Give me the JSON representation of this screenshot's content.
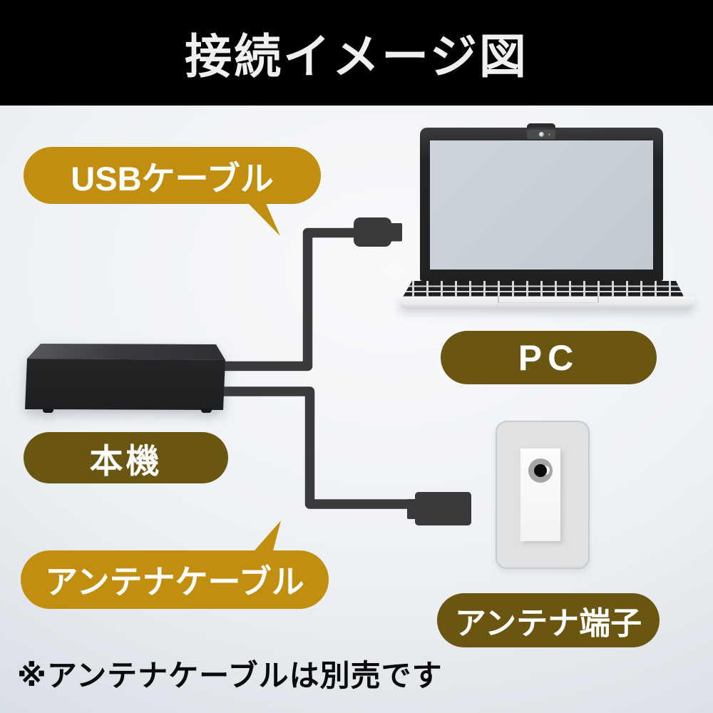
{
  "header": {
    "title": "接続イメージ図"
  },
  "labels": {
    "usb_cable": {
      "text": "USBケーブル",
      "color": "#C28E10",
      "shape": "speech-bubble"
    },
    "pc": {
      "text": "PC",
      "color": "#6B5611",
      "shape": "pill"
    },
    "main_unit": {
      "text": "本機",
      "color": "#6B5611",
      "shape": "pill"
    },
    "antenna_cable": {
      "text": "アンテナケーブル",
      "color": "#C28E10",
      "shape": "speech-bubble"
    },
    "antenna_terminal": {
      "text": "アンテナ端子",
      "color": "#6B5611",
      "shape": "pill"
    }
  },
  "note": {
    "text": "※アンテナケーブルは別売です"
  },
  "illustrations": {
    "laptop": "pc-laptop",
    "tuner_box": "main-unit-device",
    "wall_plate": "antenna-terminal-outlet"
  },
  "colors": {
    "header_bg": "#000000",
    "header_text": "#F0F0F0",
    "cable": "#3A3A3C",
    "background_edge": "#C6CDD7",
    "background_center": "#F8F9FB",
    "laptop_screen": "#C9CFD5"
  }
}
